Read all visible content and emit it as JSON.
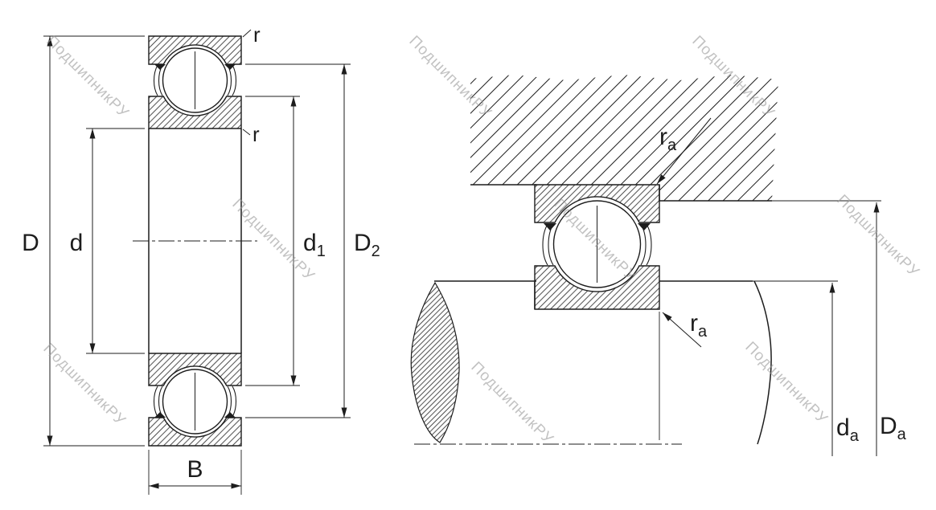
{
  "watermark": {
    "text": "ПодшипникРУ",
    "color": "#9a9a9a"
  },
  "colors": {
    "line": "#1d1d1d",
    "background": "#ffffff"
  },
  "left_figure": {
    "description": "sealed deep groove ball bearing cross-section",
    "labels": {
      "D": "D",
      "d": "d",
      "d1_base": "d",
      "d1_sub": "1",
      "D2_base": "D",
      "D2_sub": "2",
      "B": "B",
      "r_top": "r",
      "r_bottom": "r"
    }
  },
  "right_figure": {
    "description": "bearing mounted on shaft in housing, abutment dimensions",
    "labels": {
      "ra_top_base": "r",
      "ra_top_sub": "a",
      "ra_bottom_base": "r",
      "ra_bottom_sub": "a",
      "da_base": "d",
      "da_sub": "a",
      "Da_base": "D",
      "Da_sub": "a"
    }
  }
}
